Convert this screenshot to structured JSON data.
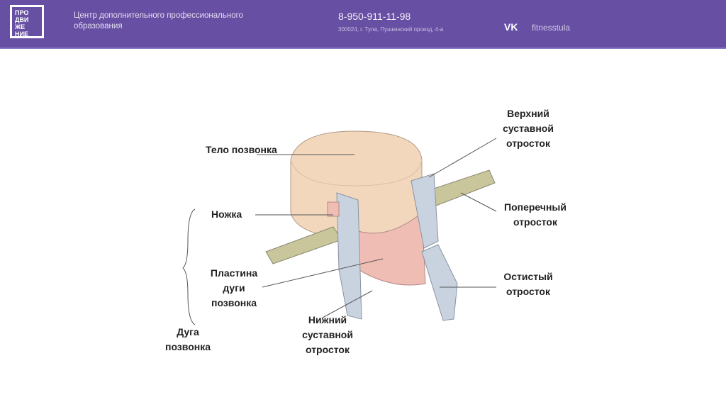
{
  "header": {
    "logo": [
      "ПРО",
      "ДВИ",
      "ЖЕ",
      "НИЕ"
    ],
    "org": "Центр дополнительного профессионального образования",
    "phone": "8-950-911-11-98",
    "address": "300024, г. Тула, Пушкинский проезд, 4-а",
    "vk_icon": "vk-icon",
    "vk_label": "VK",
    "site": "fitnesstula"
  },
  "labels": {
    "body": "Тело позвонка",
    "upper": "Верхний суставной отросток",
    "pedicle": "Ножка",
    "transverse": "Поперечный отросток",
    "lamina": "Пластина дуги позвонка",
    "spinous": "Остистый отросток",
    "lower": "Нижний суставной отросток",
    "arch": "Дуга позвонка"
  },
  "colors": {
    "header": "#674fa3",
    "body": "#f2d7bc",
    "process": "#c9c69c",
    "facet": "#c9d3e0",
    "lamina": "#f0bdb5"
  }
}
